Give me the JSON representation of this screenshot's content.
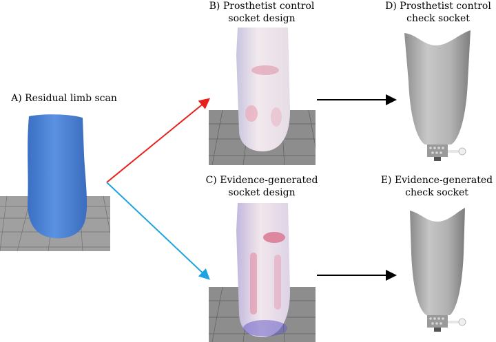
{
  "panels": {
    "a": {
      "label": "A) Residual limb scan"
    },
    "b": {
      "line1": "B) Prosthetist control",
      "line2": "socket design"
    },
    "c": {
      "line1": "C) Evidence-generated",
      "line2": "socket design"
    },
    "d": {
      "line1": "D) Prosthetist control",
      "line2": "check socket"
    },
    "e": {
      "line1": "E) Evidence-generated",
      "line2": "check socket"
    }
  },
  "colors": {
    "limb_blue": "#4f86d8",
    "arrow_red": "#e8201a",
    "arrow_blue": "#1fa3e0",
    "arrow_black": "#000000",
    "socket_grey": "#b4b4b4",
    "floor_grey": "#8a8a8a"
  }
}
